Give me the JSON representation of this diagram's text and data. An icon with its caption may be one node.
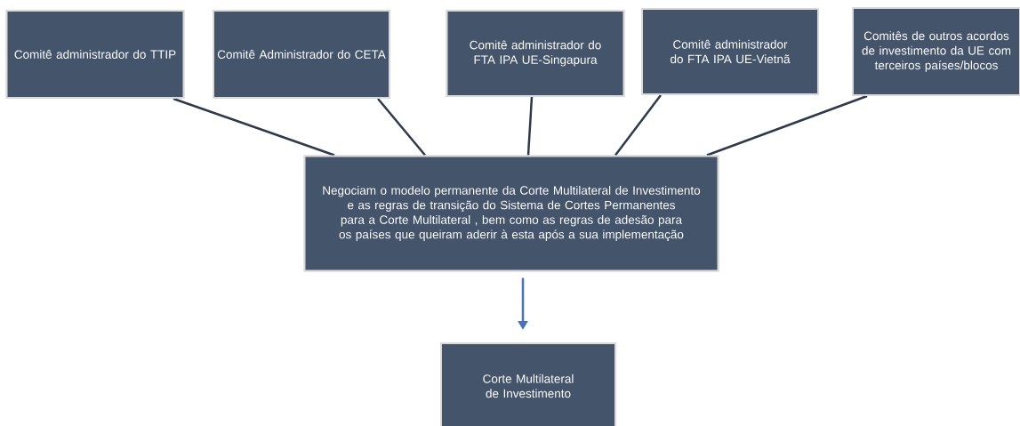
{
  "diagram": {
    "nodes": [
      {
        "text": [
          "Comitê administrador do TTIP"
        ]
      },
      {
        "text": [
          "Comitê Administrador do CETA"
        ]
      },
      {
        "text": [
          "Comitê administrador do FTA IPA UE-Singapura"
        ]
      },
      {
        "text": [
          "Comitê administrador do FTA IPA UE-Vietnã"
        ]
      },
      {
        "text": [
          "Comitês de outros acordos de investimento da UE com terceiros países/blocos"
        ]
      },
      {
        "text": [
          "Negociam o modelo permanente da Corte Multilateral de Investimento e as regras de transição do Sistema de Cortes Permanentes para a Corte Multilateral , bem como as regras de adesão para os países que queiram aderir à esta após a sua implementação"
        ]
      },
      {
        "text": [
          "Corte Multilateral de Investimento"
        ]
      }
    ],
    "edges": [
      {
        "from": 0,
        "to": 5,
        "arrow": "none"
      },
      {
        "from": 1,
        "to": 5,
        "arrow": "none"
      },
      {
        "from": 2,
        "to": 5,
        "arrow": "none"
      },
      {
        "from": 3,
        "to": 5,
        "arrow": "none"
      },
      {
        "from": 4,
        "to": 5,
        "arrow": "none"
      },
      {
        "from": 5,
        "to": 6,
        "arrow": "to",
        "color": "#4472c4"
      }
    ]
  }
}
